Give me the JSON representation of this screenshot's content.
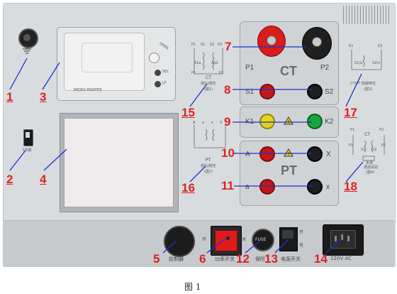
{
  "callouts": {
    "c1": "1",
    "c2": "2",
    "c3": "3",
    "c4": "4",
    "c5": "5",
    "c6": "6",
    "c7": "7",
    "c8": "8",
    "c9": "9",
    "c10": "10",
    "c11": "11",
    "c12": "12",
    "c13": "13",
    "c14": "14",
    "c15": "15",
    "c16": "16",
    "c17": "17",
    "c18": "18"
  },
  "printer": {
    "brand": "MICRO PRINTER",
    "button_open": "OPEN",
    "button_sel": "SEL",
    "button_lf": "LF"
  },
  "usb_label": "USB",
  "ct": {
    "big": "CT",
    "p1": "P1",
    "p2": "P2",
    "s1": "S1",
    "s2": "S2"
  },
  "k": {
    "k1": "K1",
    "k2": "K2"
  },
  "pt": {
    "big": "PT",
    "a": "A",
    "x": "X",
    "a_small": "a",
    "x_small": "x"
  },
  "diagram1": {
    "p1": "P1",
    "s1": "S1",
    "s2": "S2",
    "p2": "P2",
    "s1a": "S1a",
    "s2b": "aS2",
    "p1b": "P1",
    "p2b": "P2",
    "ct": "CT",
    "caption1": "变比/极性",
    "caption2": "(图1)"
  },
  "diagram2": {
    "a": "A",
    "a2": "a",
    "x2": "x",
    "x": "X",
    "pt": "PT",
    "caption1": "变比/极性",
    "caption2": "(图2)"
  },
  "diagram3": {
    "k1": "K1",
    "k2": "K2",
    "s1a": "S1/a",
    "s2x": "S2/x",
    "caption1": "CT/PT  励磁特性",
    "caption2": "(图3)"
  },
  "diagram4": {
    "p1": "P1",
    "p2": "P2",
    "ct": "CT",
    "p1b": "P1",
    "s1": "S1",
    "s2": "S2",
    "p2b": "P2",
    "note": "负荷",
    "caption1": "通流试验",
    "caption2": "(图4)"
  },
  "bottom": {
    "controller": "控制器",
    "power_switch": "功率开关",
    "switch_on": "开",
    "switch_off": "关",
    "fuse_knob": "FUSE",
    "fuse_label": "保险",
    "main_on": "开",
    "main_off": "关",
    "main_switch": "电源开关",
    "ac_label": "220V AC"
  },
  "caption": "图 1"
}
